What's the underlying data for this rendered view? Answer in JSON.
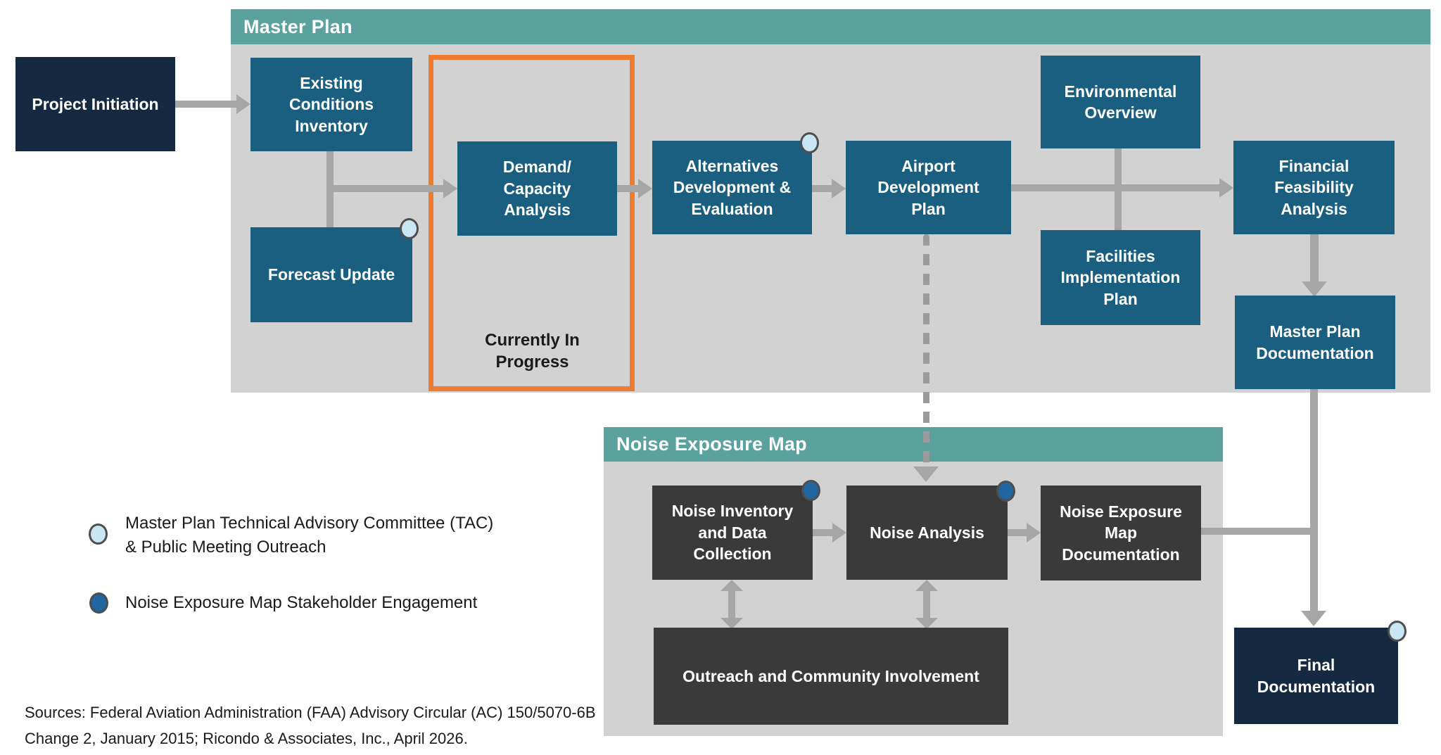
{
  "sections": {
    "master_plan": {
      "title": "Master Plan"
    },
    "noise_exposure_map": {
      "title": "Noise Exposure Map"
    }
  },
  "boxes": {
    "project_initiation": "Project Initiation",
    "existing_conditions_inventory": "Existing\nConditions\nInventory",
    "forecast_update": "Forecast Update",
    "demand_capacity_analysis": "Demand/\nCapacity\nAnalysis",
    "alternatives_development_evaluation": "Alternatives\nDevelopment &\nEvaluation",
    "airport_development_plan": "Airport\nDevelopment\nPlan",
    "environmental_overview": "Environmental\nOverview",
    "facilities_implementation_plan": "Facilities\nImplementation\nPlan",
    "financial_feasibility_analysis": "Financial\nFeasibility\nAnalysis",
    "master_plan_documentation": "Master Plan\nDocumentation",
    "noise_inventory_data_collection": "Noise Inventory\nand Data\nCollection",
    "noise_analysis": "Noise Analysis",
    "noise_exposure_map_documentation": "Noise Exposure\nMap\nDocumentation",
    "outreach_community_involvement": "Outreach and Community Involvement",
    "final_documentation": "Final\nDocumentation"
  },
  "annotations": {
    "currently_in_progress": "Currently In\nProgress"
  },
  "legend": {
    "tac_outreach": "Master Plan Technical Advisory Committee (TAC)\n& Public Meeting Outreach",
    "stakeholder_engagement": "Noise Exposure Map Stakeholder Engagement"
  },
  "sources": "Sources: Federal Aviation Administration (FAA) Advisory Circular (AC) 150/5070-6B\nChange 2, January 2015; Ricondo & Associates, Inc., April 2026.",
  "colors": {
    "section_header_teal": "#5BA19E",
    "section_body_gray": "#D2D2D2",
    "process_blue": "#1A5E80",
    "milestone_navy": "#152A40",
    "noise_dark_gray": "#3A3A3A",
    "highlight_orange": "#EE7B30",
    "connector_gray": "#A6A6A6",
    "tac_marker_light_blue": "#C8E6F4",
    "stakeholder_marker_dark_blue": "#2066A0"
  }
}
